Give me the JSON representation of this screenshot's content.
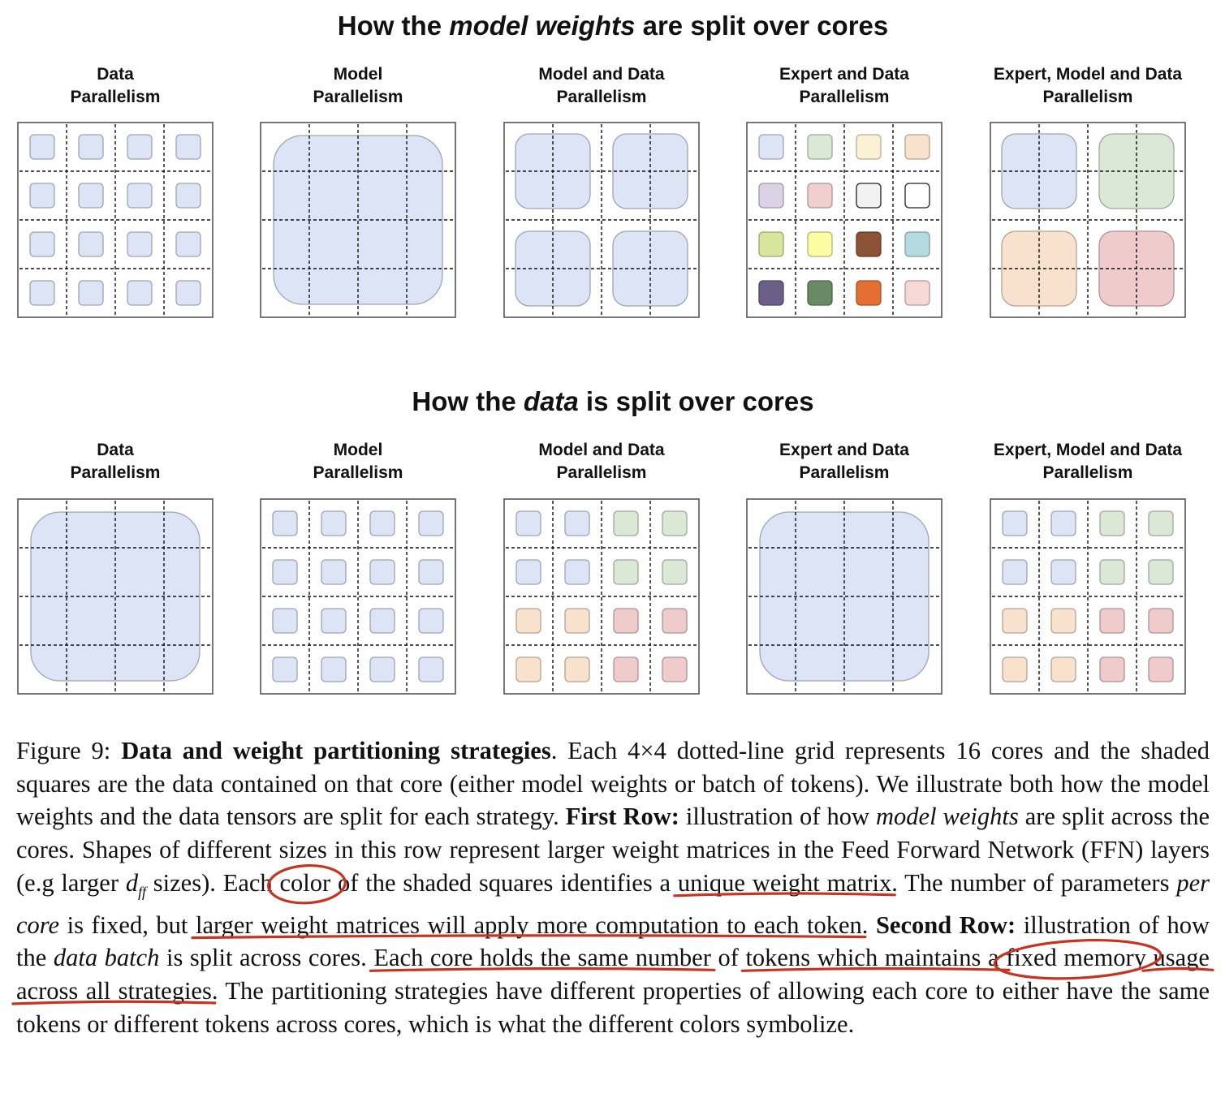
{
  "figure": {
    "row1": {
      "title_pre": "How the ",
      "title_em": "model weights",
      "title_post": " are split over cores",
      "panels": [
        {
          "label1": "Data",
          "label2": "Parallelism",
          "blocks": [
            {
              "r": 0,
              "c": 0,
              "s": 1,
              "color": "#dce4f6"
            },
            {
              "r": 0,
              "c": 1,
              "s": 1,
              "color": "#dce4f6"
            },
            {
              "r": 0,
              "c": 2,
              "s": 1,
              "color": "#dce4f6"
            },
            {
              "r": 0,
              "c": 3,
              "s": 1,
              "color": "#dce4f6"
            },
            {
              "r": 1,
              "c": 0,
              "s": 1,
              "color": "#dce4f6"
            },
            {
              "r": 1,
              "c": 1,
              "s": 1,
              "color": "#dce4f6"
            },
            {
              "r": 1,
              "c": 2,
              "s": 1,
              "color": "#dce4f6"
            },
            {
              "r": 1,
              "c": 3,
              "s": 1,
              "color": "#dce4f6"
            },
            {
              "r": 2,
              "c": 0,
              "s": 1,
              "color": "#dce4f6"
            },
            {
              "r": 2,
              "c": 1,
              "s": 1,
              "color": "#dce4f6"
            },
            {
              "r": 2,
              "c": 2,
              "s": 1,
              "color": "#dce4f6"
            },
            {
              "r": 2,
              "c": 3,
              "s": 1,
              "color": "#dce4f6"
            },
            {
              "r": 3,
              "c": 0,
              "s": 1,
              "color": "#dce4f6"
            },
            {
              "r": 3,
              "c": 1,
              "s": 1,
              "color": "#dce4f6"
            },
            {
              "r": 3,
              "c": 2,
              "s": 1,
              "color": "#dce4f6"
            },
            {
              "r": 3,
              "c": 3,
              "s": 1,
              "color": "#dce4f6"
            }
          ]
        },
        {
          "label1": "Model",
          "label2": "Parallelism",
          "blocks": [
            {
              "r": 0,
              "c": 0,
              "s": 4,
              "color": "#dce4f6"
            }
          ]
        },
        {
          "label1": "Model and Data",
          "label2": "Parallelism",
          "blocks": [
            {
              "r": 0,
              "c": 0,
              "s": 2,
              "color": "#dce4f6"
            },
            {
              "r": 0,
              "c": 2,
              "s": 2,
              "color": "#dce4f6"
            },
            {
              "r": 2,
              "c": 0,
              "s": 2,
              "color": "#dce4f6"
            },
            {
              "r": 2,
              "c": 2,
              "s": 2,
              "color": "#dce4f6"
            }
          ]
        },
        {
          "label1": "Expert and Data",
          "label2": "Parallelism",
          "blocks": [
            {
              "r": 0,
              "c": 0,
              "s": 1,
              "color": "#dce4f6"
            },
            {
              "r": 0,
              "c": 1,
              "s": 1,
              "color": "#dbe8d6"
            },
            {
              "r": 0,
              "c": 2,
              "s": 1,
              "color": "#fbf1d5"
            },
            {
              "r": 0,
              "c": 3,
              "s": 1,
              "color": "#f8e2cd"
            },
            {
              "r": 1,
              "c": 0,
              "s": 1,
              "color": "#dcd2e6"
            },
            {
              "r": 1,
              "c": 1,
              "s": 1,
              "color": "#f1cfcf"
            },
            {
              "r": 1,
              "c": 2,
              "s": 1,
              "color": "#f2f2f2"
            },
            {
              "r": 1,
              "c": 3,
              "s": 1,
              "color": "#ffffff"
            },
            {
              "r": 2,
              "c": 0,
              "s": 1,
              "color": "#d7e69c"
            },
            {
              "r": 2,
              "c": 1,
              "s": 1,
              "color": "#fcfca2"
            },
            {
              "r": 2,
              "c": 2,
              "s": 1,
              "color": "#8b5236"
            },
            {
              "r": 2,
              "c": 3,
              "s": 1,
              "color": "#b3dbe0"
            },
            {
              "r": 3,
              "c": 0,
              "s": 1,
              "color": "#6d5e88"
            },
            {
              "r": 3,
              "c": 1,
              "s": 1,
              "color": "#6a8a66"
            },
            {
              "r": 3,
              "c": 2,
              "s": 1,
              "color": "#e36f33"
            },
            {
              "r": 3,
              "c": 3,
              "s": 1,
              "color": "#f6d8d4"
            }
          ]
        },
        {
          "label1": "Expert, Model and Data",
          "label2": "Parallelism",
          "blocks": [
            {
              "r": 0,
              "c": 0,
              "s": 2,
              "color": "#dce4f6"
            },
            {
              "r": 0,
              "c": 2,
              "s": 2,
              "color": "#dbe8d6"
            },
            {
              "r": 2,
              "c": 0,
              "s": 2,
              "color": "#f8e2cd"
            },
            {
              "r": 2,
              "c": 2,
              "s": 2,
              "color": "#efcbcb"
            }
          ]
        }
      ]
    },
    "row2": {
      "title_pre": "How the ",
      "title_em": "data",
      "title_post": " is split over cores",
      "panels": [
        {
          "label1": "Data",
          "label2": "Parallelism",
          "blocks": [
            {
              "r": 0,
              "c": 0,
              "s": 4,
              "color": "#dce4f6"
            }
          ]
        },
        {
          "label1": "Model",
          "label2": "Parallelism",
          "blocks": [
            {
              "r": 0,
              "c": 0,
              "s": 1,
              "color": "#dce4f6"
            },
            {
              "r": 0,
              "c": 1,
              "s": 1,
              "color": "#dce4f6"
            },
            {
              "r": 0,
              "c": 2,
              "s": 1,
              "color": "#dce4f6"
            },
            {
              "r": 0,
              "c": 3,
              "s": 1,
              "color": "#dce4f6"
            },
            {
              "r": 1,
              "c": 0,
              "s": 1,
              "color": "#dce4f6"
            },
            {
              "r": 1,
              "c": 1,
              "s": 1,
              "color": "#dce4f6"
            },
            {
              "r": 1,
              "c": 2,
              "s": 1,
              "color": "#dce4f6"
            },
            {
              "r": 1,
              "c": 3,
              "s": 1,
              "color": "#dce4f6"
            },
            {
              "r": 2,
              "c": 0,
              "s": 1,
              "color": "#dce4f6"
            },
            {
              "r": 2,
              "c": 1,
              "s": 1,
              "color": "#dce4f6"
            },
            {
              "r": 2,
              "c": 2,
              "s": 1,
              "color": "#dce4f6"
            },
            {
              "r": 2,
              "c": 3,
              "s": 1,
              "color": "#dce4f6"
            },
            {
              "r": 3,
              "c": 0,
              "s": 1,
              "color": "#dce4f6"
            },
            {
              "r": 3,
              "c": 1,
              "s": 1,
              "color": "#dce4f6"
            },
            {
              "r": 3,
              "c": 2,
              "s": 1,
              "color": "#dce4f6"
            },
            {
              "r": 3,
              "c": 3,
              "s": 1,
              "color": "#dce4f6"
            }
          ]
        },
        {
          "label1": "Model and Data",
          "label2": "Parallelism",
          "blocks": [
            {
              "r": 0,
              "c": 0,
              "s": 1,
              "color": "#dce4f6"
            },
            {
              "r": 0,
              "c": 1,
              "s": 1,
              "color": "#dce4f6"
            },
            {
              "r": 0,
              "c": 2,
              "s": 1,
              "color": "#dbe8d6"
            },
            {
              "r": 0,
              "c": 3,
              "s": 1,
              "color": "#dbe8d6"
            },
            {
              "r": 1,
              "c": 0,
              "s": 1,
              "color": "#dce4f6"
            },
            {
              "r": 1,
              "c": 1,
              "s": 1,
              "color": "#dce4f6"
            },
            {
              "r": 1,
              "c": 2,
              "s": 1,
              "color": "#dbe8d6"
            },
            {
              "r": 1,
              "c": 3,
              "s": 1,
              "color": "#dbe8d6"
            },
            {
              "r": 2,
              "c": 0,
              "s": 1,
              "color": "#f8e2cd"
            },
            {
              "r": 2,
              "c": 1,
              "s": 1,
              "color": "#f8e2cd"
            },
            {
              "r": 2,
              "c": 2,
              "s": 1,
              "color": "#efcbcb"
            },
            {
              "r": 2,
              "c": 3,
              "s": 1,
              "color": "#efcbcb"
            },
            {
              "r": 3,
              "c": 0,
              "s": 1,
              "color": "#f8e2cd"
            },
            {
              "r": 3,
              "c": 1,
              "s": 1,
              "color": "#f8e2cd"
            },
            {
              "r": 3,
              "c": 2,
              "s": 1,
              "color": "#efcbcb"
            },
            {
              "r": 3,
              "c": 3,
              "s": 1,
              "color": "#efcbcb"
            }
          ]
        },
        {
          "label1": "Expert and Data",
          "label2": "Parallelism",
          "blocks": [
            {
              "r": 0,
              "c": 0,
              "s": 4,
              "color": "#dce4f6"
            }
          ]
        },
        {
          "label1": "Expert, Model and Data",
          "label2": "Parallelism",
          "blocks": [
            {
              "r": 0,
              "c": 0,
              "s": 1,
              "color": "#dce4f6"
            },
            {
              "r": 0,
              "c": 1,
              "s": 1,
              "color": "#dce4f6"
            },
            {
              "r": 0,
              "c": 2,
              "s": 1,
              "color": "#dbe8d6"
            },
            {
              "r": 0,
              "c": 3,
              "s": 1,
              "color": "#dbe8d6"
            },
            {
              "r": 1,
              "c": 0,
              "s": 1,
              "color": "#dce4f6"
            },
            {
              "r": 1,
              "c": 1,
              "s": 1,
              "color": "#dce4f6"
            },
            {
              "r": 1,
              "c": 2,
              "s": 1,
              "color": "#dbe8d6"
            },
            {
              "r": 1,
              "c": 3,
              "s": 1,
              "color": "#dbe8d6"
            },
            {
              "r": 2,
              "c": 0,
              "s": 1,
              "color": "#f8e2cd"
            },
            {
              "r": 2,
              "c": 1,
              "s": 1,
              "color": "#f8e2cd"
            },
            {
              "r": 2,
              "c": 2,
              "s": 1,
              "color": "#efcbcb"
            },
            {
              "r": 2,
              "c": 3,
              "s": 1,
              "color": "#efcbcb"
            },
            {
              "r": 3,
              "c": 0,
              "s": 1,
              "color": "#f8e2cd"
            },
            {
              "r": 3,
              "c": 1,
              "s": 1,
              "color": "#f8e2cd"
            },
            {
              "r": 3,
              "c": 2,
              "s": 1,
              "color": "#efcbcb"
            },
            {
              "r": 3,
              "c": 3,
              "s": 1,
              "color": "#efcbcb"
            }
          ]
        }
      ]
    }
  },
  "caption": {
    "label": "Figure 9: ",
    "bold_title": "Data and weight partitioning strategies",
    "t1": ". Each 4×4 dotted-line grid represents 16 cores and the shaded squares are the data contained on that core (either model weights or batch of tokens). We illustrate both how the model weights and the data tensors are split for each strategy. ",
    "b_first_row": "First Row:",
    "t2": " illustration of how ",
    "i_model_weights": "model weights",
    "t3": " are split across the cores. Shapes of different sizes in this row represent larger weight matrices in the Feed Forward Network (FFN) layers (e.g larger ",
    "i_d": "d",
    "i_ff": "ff",
    "t4": " sizes). Each ",
    "t_color": "color",
    "t5": " of the shaded squares identifies a ",
    "t_u1": "unique weight matrix",
    "t6": ". The number of parameters ",
    "i_per_core": "per core",
    "t7": " is fixed, but ",
    "t_u2": "larger weight matrices will apply more computation to each token",
    "t8": ". ",
    "b_second_row": "Second Row:",
    "t9": " illustration of how the ",
    "i_data_batch": "data batch",
    "t10": " is split across cores. ",
    "t_u3": "Each core holds the same number",
    "t11": " of ",
    "t_u4": "tokens which maintains a ",
    "t_fixed_memory": "fixed memory",
    "t_u5": " usage across all strategies",
    "t12": ". The partitioning strategies have different properties of allowing each core to either have the same tokens or different tokens across cores, which is what the different colors symbolize."
  },
  "colors": {
    "blue_shard": "#dce4f6",
    "green_shard": "#dbe8d6",
    "orange_shard": "#f8e2cd",
    "red_shard": "#efcbcb",
    "annotation_ink": "#c8321e"
  }
}
